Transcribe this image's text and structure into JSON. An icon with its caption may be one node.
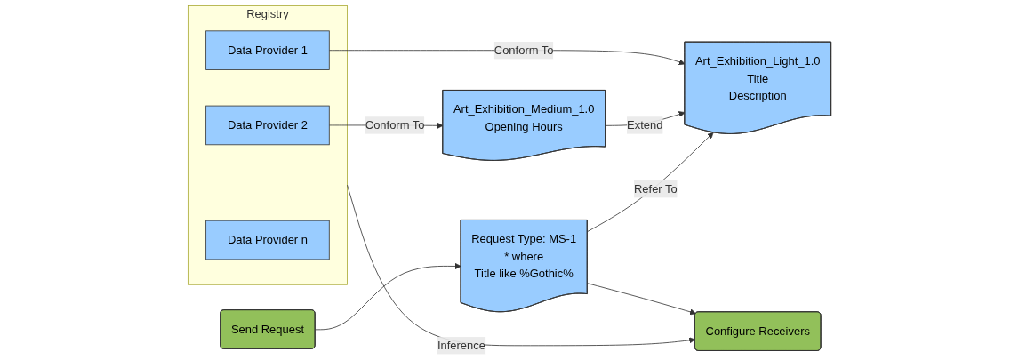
{
  "diagram": {
    "nodes": [
      {
        "text": [
          "Art_Exhibition_Light_1.0",
          "Title",
          "Description"
        ]
      },
      {
        "text": [
          "Registry"
        ]
      },
      {
        "text": [
          "Data Provider 1"
        ],
        "in": 1
      },
      {
        "text": [
          "Art_Exhibition_Medium_1.0",
          "Opening Hours"
        ]
      },
      {
        "text": [
          "Data Provider 2"
        ],
        "in": 1
      },
      {
        "text": [
          "Send Request"
        ]
      },
      {
        "text": [
          "Request Type: MS-1",
          "* where",
          "Title like %Gothic%"
        ]
      },
      {
        "text": [
          "Configure Receivers"
        ]
      },
      {
        "text": [
          "Data Provider n"
        ],
        "in": 1
      }
    ],
    "edges": [
      {
        "from": 2,
        "to": 0,
        "arrow": "to",
        "label": "Conform To"
      },
      {
        "from": 3,
        "to": 0,
        "arrow": "to",
        "label": "Extend"
      },
      {
        "from": 4,
        "to": 3,
        "arrow": "to",
        "label": "Conform To"
      },
      {
        "from": 6,
        "to": 0,
        "arrow": "to",
        "label": "Refer To"
      },
      {
        "from": 5,
        "to": 6,
        "arrow": "to"
      },
      {
        "from": 6,
        "to": 7,
        "arrow": "to"
      },
      {
        "from": 1,
        "to": 7,
        "arrow": "to",
        "label": "Inference"
      }
    ]
  }
}
